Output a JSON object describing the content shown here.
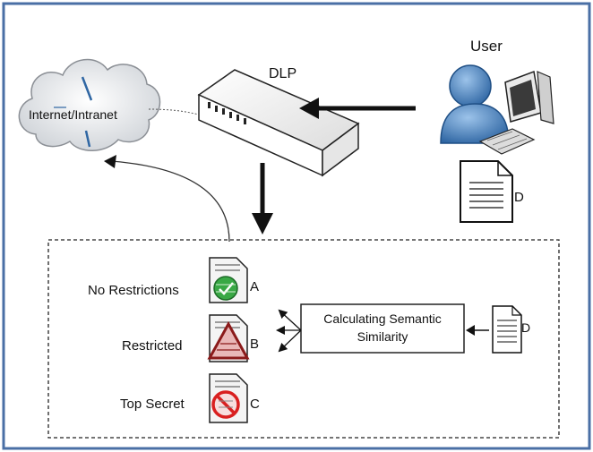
{
  "labels": {
    "user": "User",
    "dlp": "DLP",
    "cloud": "Internet/Intranet",
    "doc_user": "D",
    "doc_small": "D",
    "process_line1": "Calculating Semantic",
    "process_line2": "Similarity",
    "no_restrictions": "No Restrictions",
    "restricted": "Restricted",
    "top_secret": "Top Secret",
    "doc_a": "A",
    "doc_b": "B",
    "doc_c": "C"
  },
  "colors": {
    "frame": "#4a6fa5",
    "user_blue": "#3f78b4",
    "green_status": "#39a845",
    "restricted_red": "#8b1a1a",
    "secret_red": "#d92020"
  },
  "icons": [
    "cloud-icon",
    "network-switch-icon",
    "user-icon",
    "computer-icon",
    "document-icon",
    "check-icon",
    "warning-icon",
    "prohibited-icon"
  ]
}
